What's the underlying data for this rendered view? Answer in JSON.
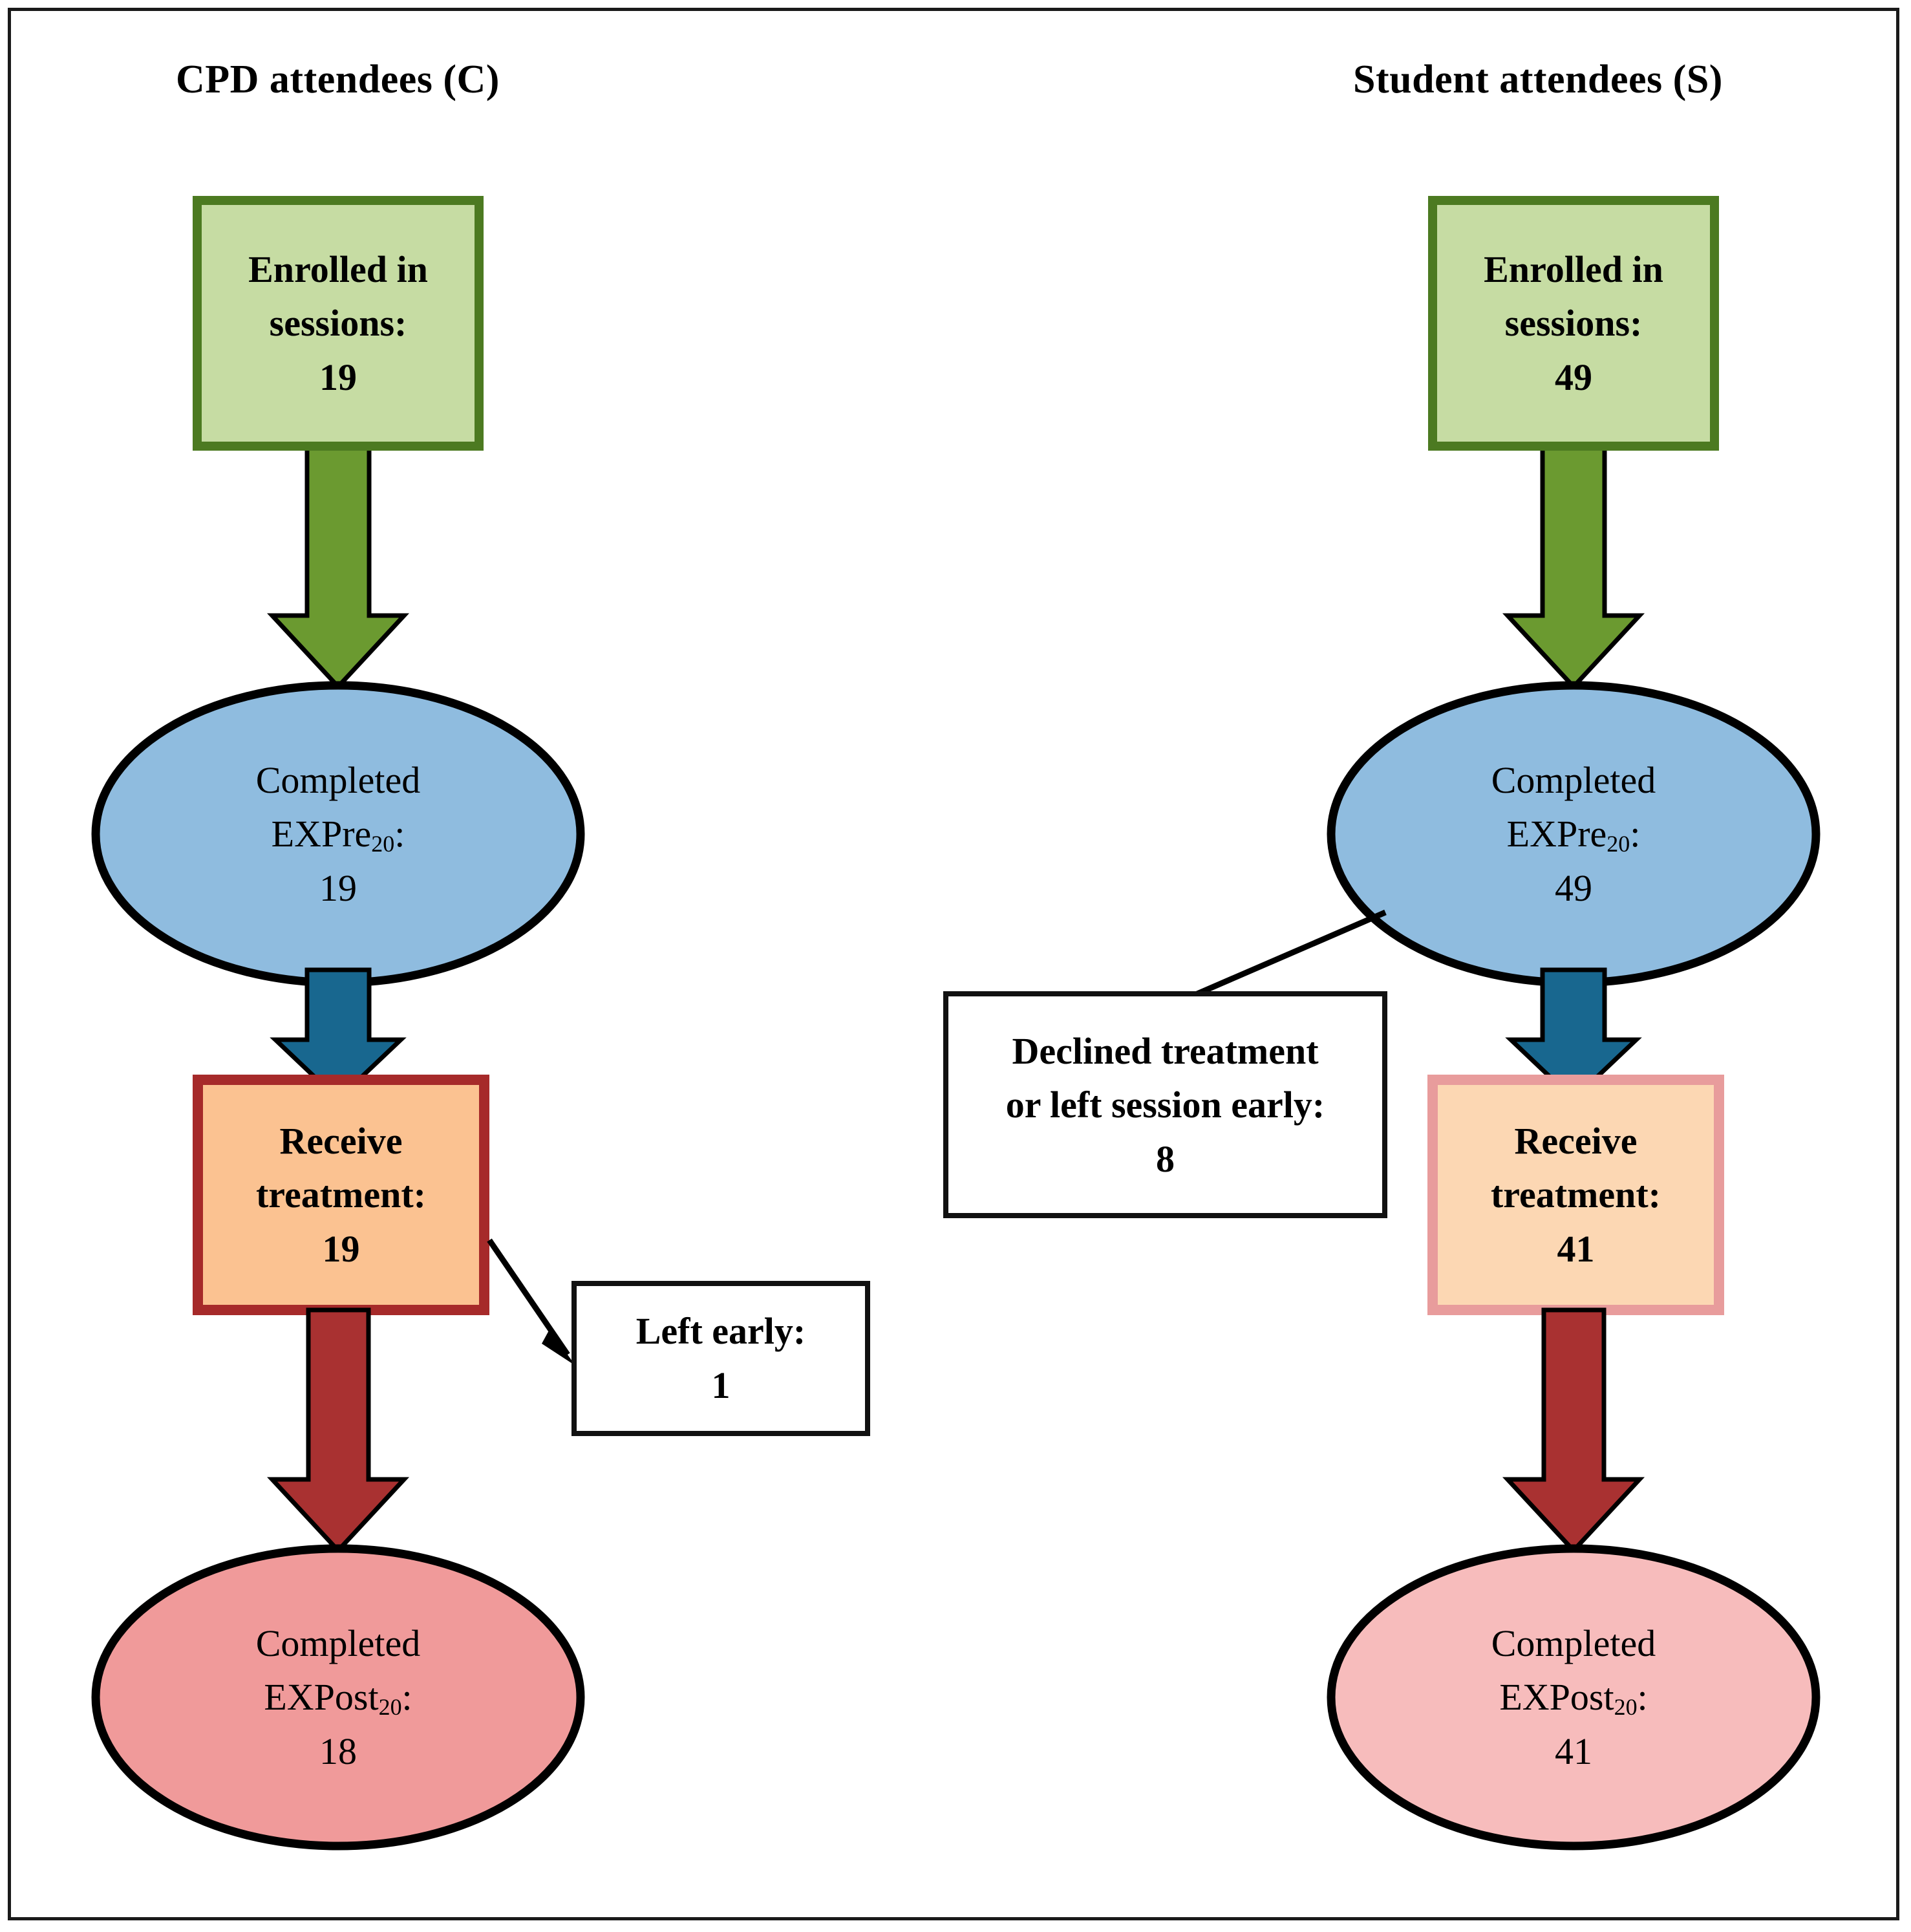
{
  "figure": {
    "type": "flowchart",
    "border_color": "#1a1a1a",
    "background": "#ffffff"
  },
  "columns": [
    {
      "id": "cpd",
      "title": "CPD attendees (C)"
    },
    {
      "id": "student",
      "title": "Student attendees (S)"
    }
  ],
  "palette": {
    "green_fill": "#c6dca3",
    "green_border": "#4c7a21",
    "green_arrow": "#6b9a30",
    "blue_fill": "#8fbcdf",
    "blue_arrow": "#18678f",
    "ellipse_border": "#000000",
    "orange_fill_left": "#fbc291",
    "orange_border_left": "#a62a2a",
    "orange_fill_right": "#fcd7b3",
    "orange_border_right": "#e89c9c",
    "red_arrow": "#a93131",
    "pink_fill_left": "#f09a9a",
    "pink_fill_right": "#f7bcbc",
    "plain_box_border": "#111111",
    "plain_box_fill": "#ffffff",
    "connector": "#000000"
  },
  "nodes": {
    "cpd_enrolled": {
      "shape": "rectangle",
      "line1": "Enrolled in",
      "line2": "sessions:",
      "value": "19"
    },
    "cpd_expre": {
      "shape": "ellipse",
      "line1": "Completed",
      "line2_main": "EXPre",
      "line2_sub": "20",
      "line2_suffix": ":",
      "value": "19"
    },
    "cpd_treatment": {
      "shape": "rectangle",
      "line1": "Receive",
      "line2": "treatment:",
      "value": "19"
    },
    "cpd_left_early": {
      "shape": "rectangle-plain",
      "line1": "Left early:",
      "value": "1"
    },
    "cpd_expost": {
      "shape": "ellipse",
      "line1": "Completed",
      "line2_main": "EXPost",
      "line2_sub": "20",
      "line2_suffix": ":",
      "value": "18"
    },
    "student_enrolled": {
      "shape": "rectangle",
      "line1": "Enrolled in",
      "line2": "sessions:",
      "value": "49"
    },
    "student_expre": {
      "shape": "ellipse",
      "line1": "Completed",
      "line2_main": "EXPre",
      "line2_sub": "20",
      "line2_suffix": ":",
      "value": "49"
    },
    "student_declined": {
      "shape": "rectangle-plain",
      "line1": "Declined treatment",
      "line2": "or left session early:",
      "value": "8"
    },
    "student_treatment": {
      "shape": "rectangle",
      "line1": "Receive",
      "line2": "treatment:",
      "value": "41"
    },
    "student_expost": {
      "shape": "ellipse",
      "line1": "Completed",
      "line2_main": "EXPost",
      "line2_sub": "20",
      "line2_suffix": ":",
      "value": "41"
    }
  },
  "edges": [
    {
      "id": "cpd-enrolled-to-expre",
      "style": "block-arrow",
      "color": "#6b9a30"
    },
    {
      "id": "cpd-expre-to-treatment",
      "style": "block-arrow",
      "color": "#18678f"
    },
    {
      "id": "cpd-treatment-to-left-early",
      "style": "line-arrow",
      "color": "#000000"
    },
    {
      "id": "cpd-treatment-to-expost",
      "style": "block-arrow",
      "color": "#a93131"
    },
    {
      "id": "student-enrolled-to-expre",
      "style": "block-arrow",
      "color": "#6b9a30"
    },
    {
      "id": "student-expre-to-declined",
      "style": "line-arrow",
      "color": "#000000"
    },
    {
      "id": "student-expre-to-treatment",
      "style": "block-arrow",
      "color": "#18678f"
    },
    {
      "id": "student-treatment-to-expost",
      "style": "block-arrow",
      "color": "#a93131"
    }
  ]
}
